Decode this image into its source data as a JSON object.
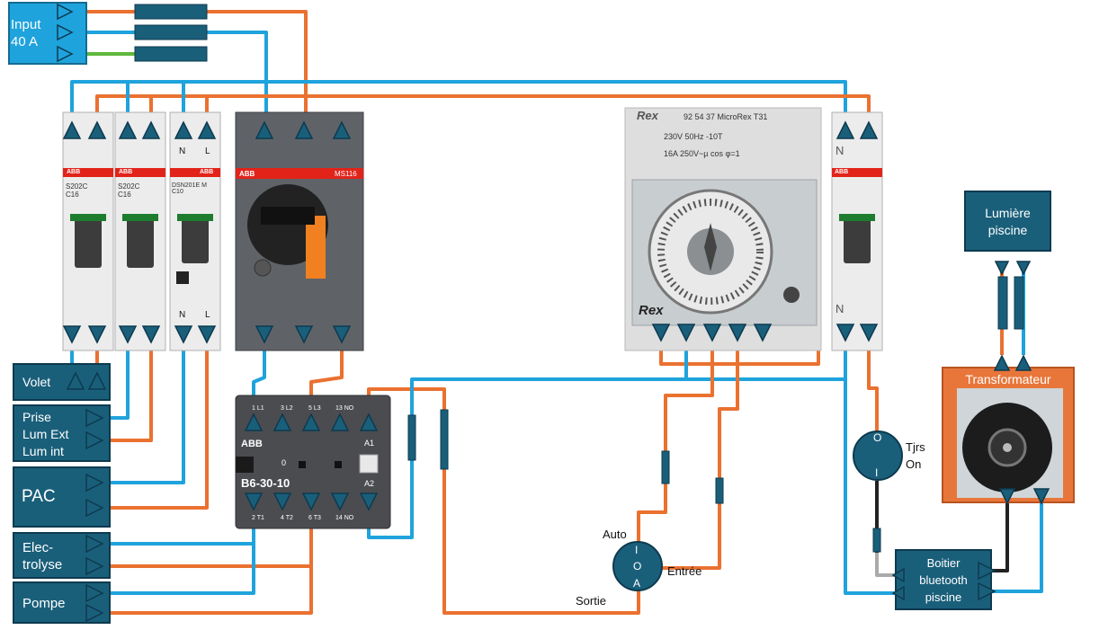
{
  "input": {
    "label": "Input\n40 A"
  },
  "outputs": {
    "volet": "Volet",
    "prise": "Prise\nLum Ext\nLum int",
    "pac": "PAC",
    "electrolyse": "Elec-\ntrolyse",
    "pompe": "Pompe"
  },
  "breakers": {
    "b1_model": "S202C\nC16",
    "b2_model": "S202C\nC16",
    "b3_model": "DSN201E M\nC10",
    "b3_n": "N",
    "b3_l": "L",
    "b3_n_bottom": "N",
    "b3_l_bottom": "L",
    "brand": "ABB"
  },
  "motor_protector": {
    "brand": "ABB",
    "model": "MS116"
  },
  "contactor": {
    "brand": "ABB",
    "model": "B6-30-10",
    "top_labels": [
      "1 L1",
      "3 L2",
      "5 L3",
      "13 NO"
    ],
    "bottom_labels": [
      "2 T1",
      "4 T2",
      "6 T3",
      "14 NO"
    ],
    "a1": "A1",
    "a2": "A2",
    "zero": "0"
  },
  "timer": {
    "brand": "Rex",
    "header": "92 54 37 MicroRex T31",
    "spec1": "230V 50Hz -10T",
    "spec2": "16A 250V~µ  cos φ=1"
  },
  "right_breaker": {
    "brand": "ABB",
    "n_top": "N",
    "n_bottom": "N"
  },
  "switch_ioa": {
    "i": "I",
    "o": "O",
    "a": "A",
    "auto": "Auto",
    "entree": "Entrée",
    "sortie": "Sortie"
  },
  "switch_oi": {
    "o": "O",
    "i": "I",
    "caption": "Tjrs\nOn"
  },
  "lumiere": {
    "label": "Lumière\npiscine"
  },
  "transformateur": {
    "label": "Transformateur"
  },
  "bluetooth": {
    "label": "Boitier\nbluetooth\npiscine"
  },
  "colors": {
    "blue": "#1fa3dc",
    "orange": "#ea7130",
    "green": "#5fb83a",
    "box": "#1a5f7a",
    "trafo": "#e8763a"
  }
}
